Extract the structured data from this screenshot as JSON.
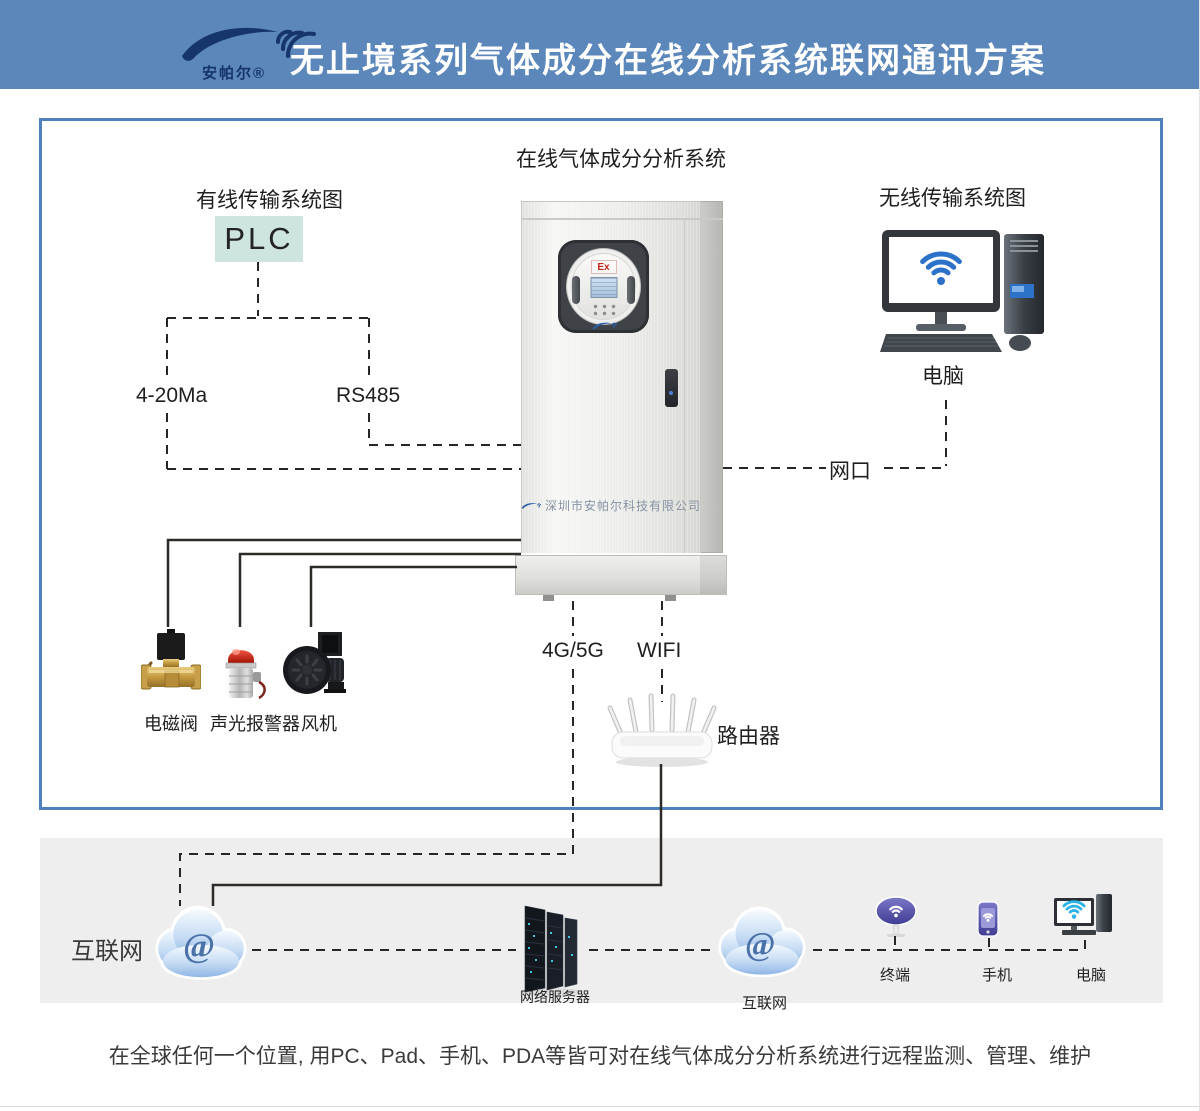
{
  "header": {
    "logo_text": "安帕尔®",
    "title": "无止境系列气体成分在线分析系统联网通讯方案"
  },
  "diagram": {
    "system_title": "在线气体成分分析系统",
    "wired_section": "有线传输系统图",
    "wireless_section": "无线传输系统图",
    "plc": "PLC",
    "analog_signal": "4-20Ma",
    "serial_signal": "RS485",
    "lan_port": "网口",
    "wireless_pc": "电脑",
    "cellular": "4G/5G",
    "wifi": "WIFI",
    "router": "路由器",
    "valve": "电磁阀",
    "alarm": "声光报警器",
    "fan": "风机",
    "cabinet_ex": "Ex",
    "cabinet_company": "深圳市安帕尔科技有限公司"
  },
  "band": {
    "internet_left": "互联网",
    "server": "网络服务器",
    "internet_mid": "互联网",
    "terminal": "终端",
    "phone": "手机",
    "pc": "电脑",
    "at": "@"
  },
  "footer": {
    "caption": "在全球任何一个位置, 用PC、Pad、手机、PDA等皆可对在线气体成分分析系统进行远程监测、管理、维护"
  },
  "colors": {
    "header_blue": "#5b87bb",
    "border_blue": "#4f81bd",
    "plc_fill": "#cde4e1",
    "band_gray": "#eeeeee",
    "ex_red": "#c4261a",
    "wifi_blue": "#2b72c8"
  }
}
